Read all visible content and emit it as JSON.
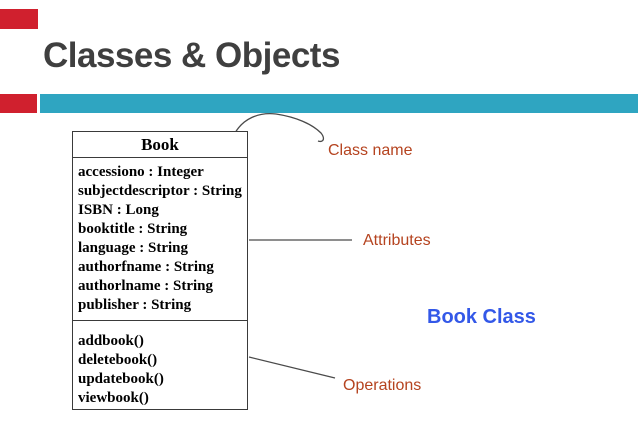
{
  "slide": {
    "title": "Classes & Objects",
    "colors": {
      "accent_red": "#d0202e",
      "accent_teal": "#2fa5c1",
      "title_gray": "#3f3f3f",
      "annotation_orange": "#b5431f",
      "class_label_blue": "#3358e8"
    }
  },
  "uml_class": {
    "name": "Book",
    "attributes": [
      "accessiono : Integer",
      "subjectdescriptor : String",
      "ISBN : Long",
      "booktitle : String",
      "language : String",
      "authorfname : String",
      "authorlname : String",
      "publisher : String"
    ],
    "operations": [
      "addbook()",
      "deletebook()",
      "updatebook()",
      "viewbook()"
    ]
  },
  "annotations": {
    "class_name": "Class name",
    "attributes": "Attributes",
    "operations": "Operations",
    "book_class": "Book Class"
  }
}
